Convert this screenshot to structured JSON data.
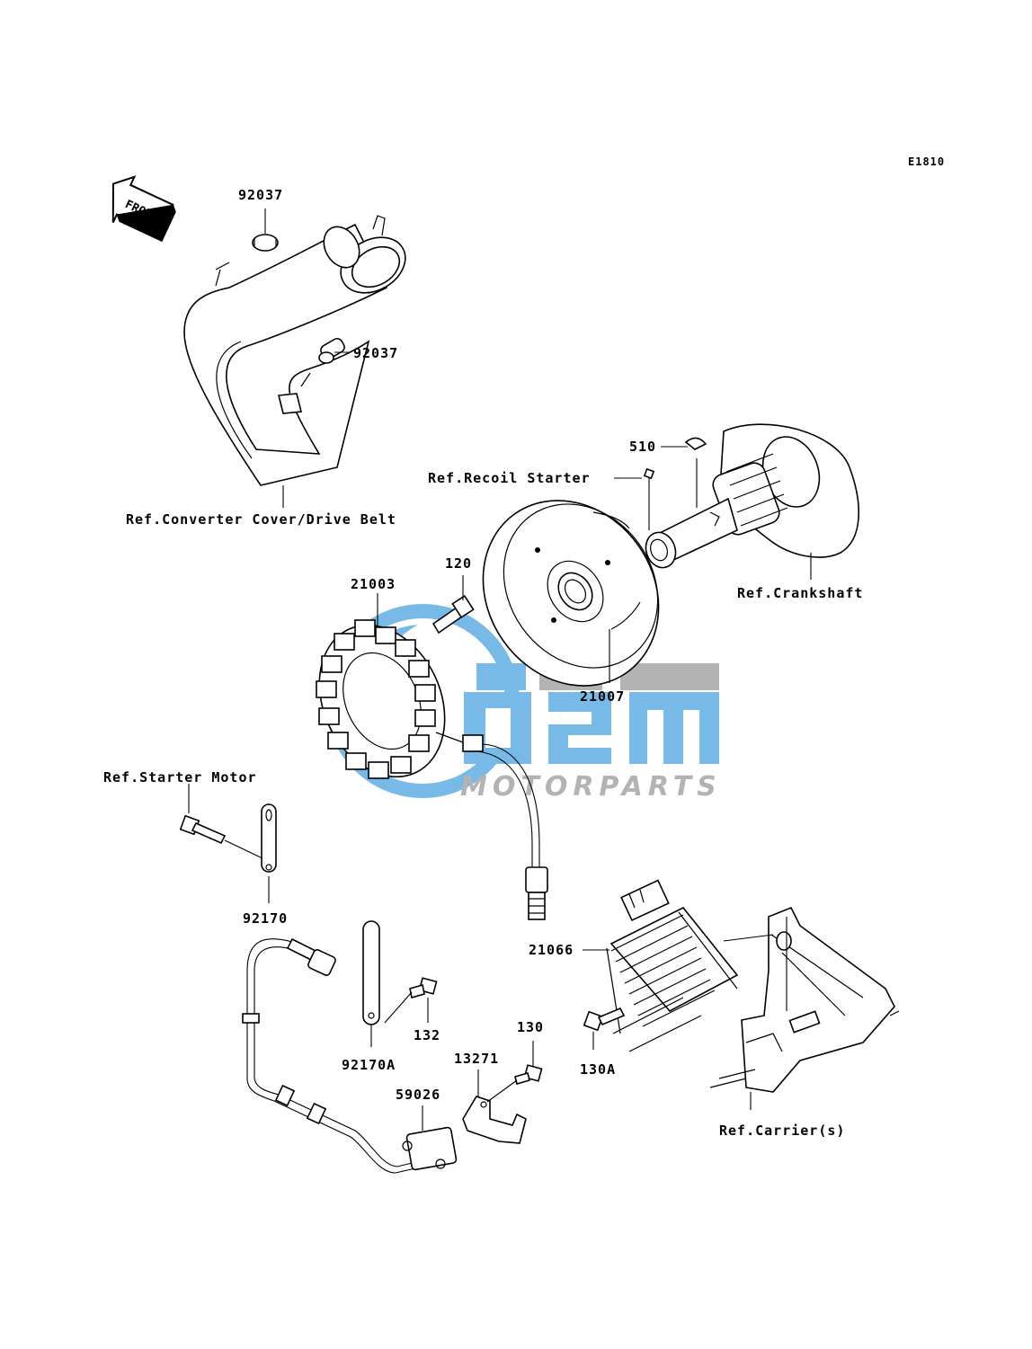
{
  "diagram_code": "E1810",
  "front_label": "FRONT",
  "watermark": {
    "brand_big": "OSM",
    "brand_small": "MOTORPARTS",
    "color_blue": "#4aa3df",
    "color_gray": "#9a9a9a"
  },
  "labels": {
    "p92037_top": "92037",
    "p92037_mid": "92037",
    "p510": "510",
    "p120": "120",
    "p21003": "21003",
    "p21007": "21007",
    "p92170": "92170",
    "p92170A": "92170A",
    "p132": "132",
    "p21066": "21066",
    "p130": "130",
    "p130A": "130A",
    "p13271": "13271",
    "p59026": "59026"
  },
  "refs": {
    "recoil_starter": "Ref.Recoil Starter",
    "converter_cover": "Ref.Converter Cover/Drive Belt",
    "crankshaft": "Ref.Crankshaft",
    "starter_motor": "Ref.Starter Motor",
    "carrier": "Ref.Carrier(s)"
  }
}
